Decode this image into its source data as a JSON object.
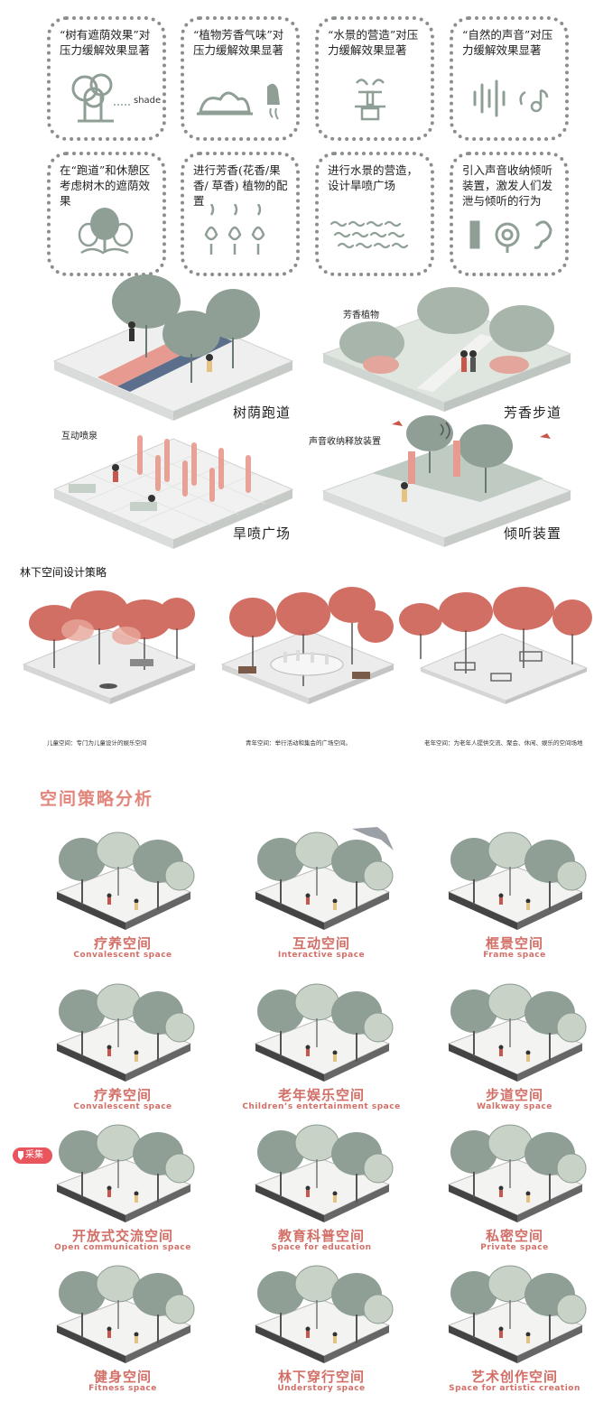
{
  "cards_top": [
    {
      "text": "“树有遮荫效果”对压力缓解效果显著",
      "icon_note": "shade"
    },
    {
      "text": "“植物芳香气味”对压力缓解效果显著"
    },
    {
      "text": "“水景的营造”对压力缓解效果显著"
    },
    {
      "text": "“自然的声音”对压力缓解效果显著"
    }
  ],
  "cards_bottom": [
    {
      "text": "在“跑道”和休憩区考虑树木的遮荫效果"
    },
    {
      "text": "进行芳香(花香/果香/ 草香) 植物的配置"
    },
    {
      "text": "进行水景的营造，设计旱喷广场"
    },
    {
      "text": "引入声音收纳倾听装置，激发人们发泄与倾听的行为"
    }
  ],
  "scenes": {
    "shade_run": {
      "label": "树荫跑道"
    },
    "fragrance_walk": {
      "label": "芳香步道",
      "callout": "芳香植物"
    },
    "dry_fountain": {
      "label": "旱喷广场",
      "callout": "互动喷泉"
    },
    "listening": {
      "label": "倾听装置",
      "callout": "声音收纳释放装置"
    }
  },
  "understory": {
    "title": "林下空间设计策略",
    "captions": [
      "儿童空间：专门为儿童设计的娱乐空间",
      "青年空间：举行活动和集会的广场空间。",
      "老年空间：为老年人提供交流、聚会、休闲、娱乐的空间场地"
    ]
  },
  "analysis": {
    "title": "空间策略分析",
    "cells": [
      {
        "cn": "疗养空间",
        "en": "Convalescent space"
      },
      {
        "cn": "互动空间",
        "en": "Interactive space"
      },
      {
        "cn": "框景空间",
        "en": "Frame space"
      },
      {
        "cn": "疗养空间",
        "en": "Convalescent space"
      },
      {
        "cn": "老年娱乐空间",
        "en": "Children’s entertainment space"
      },
      {
        "cn": "步道空间",
        "en": "Walkway space"
      },
      {
        "cn": "开放式交流空间",
        "en": "Open communication space"
      },
      {
        "cn": "教育科普空间",
        "en": "Space for education"
      },
      {
        "cn": "私密空间",
        "en": "Private space"
      },
      {
        "cn": "健身空间",
        "en": "Fitness space"
      },
      {
        "cn": "林下穿行空间",
        "en": "Understory space"
      },
      {
        "cn": "艺术创作空间",
        "en": "Space for artistic creation"
      }
    ]
  },
  "save_badge": {
    "label": "采集"
  },
  "colors": {
    "tree": "#8f9f95",
    "tree_light": "#c9d2c6",
    "accent": "#e2857a",
    "autumn": "#c9564a",
    "slab": "#e9ebea"
  }
}
